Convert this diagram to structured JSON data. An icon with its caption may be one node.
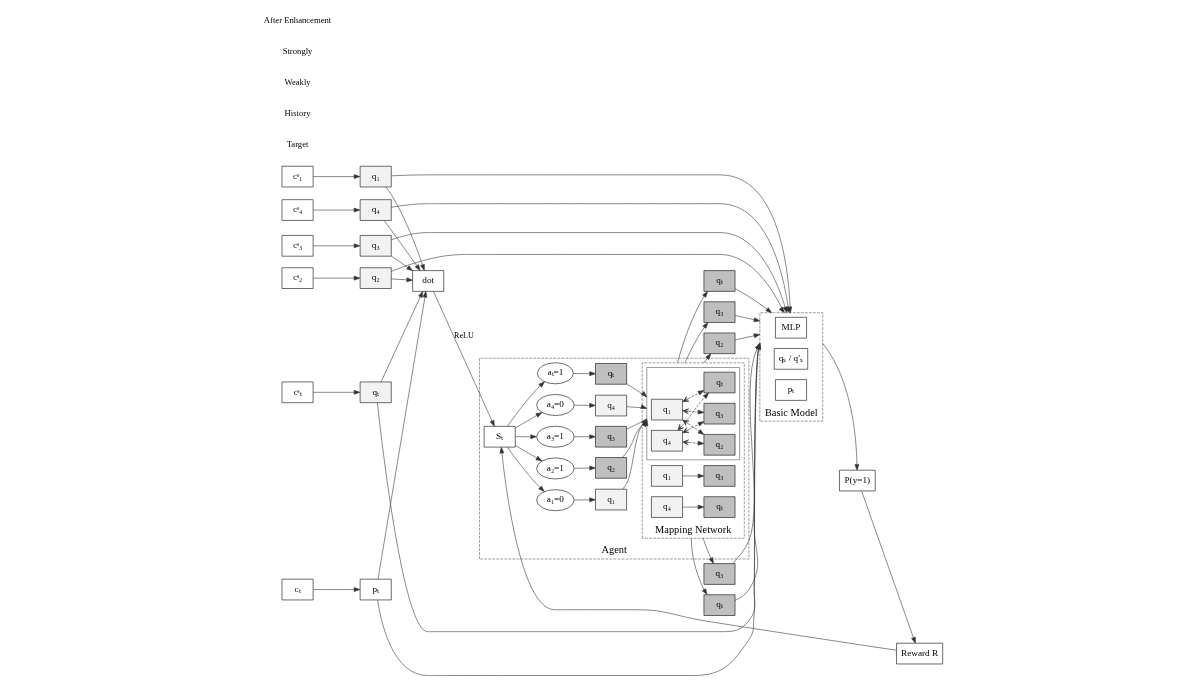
{
  "diagram": {
    "nodes": [
      {
        "text": [
          "cₜ"
        ]
      },
      {
        "text": [
          "pₜ"
        ]
      },
      {
        "text": [
          "Basic Model"
        ]
      },
      {
        "text": [
          "MLP"
        ],
        "in": 2
      },
      {
        "text": [
          "qₛ / q′ₛ"
        ],
        "in": 2
      },
      {
        "text": [
          "pₜ"
        ],
        "in": 2
      },
      {
        "text": [
          "P(y=1)"
        ]
      },
      {
        "text": [
          "Reward R"
        ]
      },
      {
        "text": [
          "cˢ₁"
        ]
      },
      {
        "text": [
          "cˢ₂"
        ]
      },
      {
        "text": [
          "cˢ₃"
        ]
      },
      {
        "text": [
          "cˢ₄"
        ]
      },
      {
        "text": [
          "cˢₜ"
        ]
      },
      {
        "text": [
          "q₁"
        ]
      },
      {
        "text": [
          "q₂"
        ]
      },
      {
        "text": [
          "q₃"
        ]
      },
      {
        "text": [
          "q₄"
        ]
      },
      {
        "text": [
          "qₜ"
        ]
      },
      {
        "text": [
          "dot"
        ]
      },
      {
        "text": [
          "Agent"
        ]
      },
      {
        "text": [
          "Sₜ"
        ],
        "in": 19
      },
      {
        "text": [
          "a₁=0"
        ],
        "in": 19
      },
      {
        "text": [
          "a₂=1"
        ],
        "in": 19
      },
      {
        "text": [
          "a₃=1"
        ],
        "in": 19
      },
      {
        "text": [
          "a₄=0"
        ],
        "in": 19
      },
      {
        "text": [
          "aₜ=1"
        ],
        "in": 19
      },
      {
        "text": [
          "q₁"
        ],
        "in": 19
      },
      {
        "text": [
          "q₂"
        ],
        "in": 19
      },
      {
        "text": [
          "q₃"
        ],
        "in": 19
      },
      {
        "text": [
          "q₄"
        ],
        "in": 19
      },
      {
        "text": [
          "qₜ"
        ],
        "in": 19
      },
      {
        "text": [
          "Mapping Network"
        ],
        "in": 19
      },
      {
        "text": [],
        "shape": "box",
        "in": 31
      },
      {
        "text": [
          "q₁"
        ],
        "in": 32
      },
      {
        "text": [
          "q₄"
        ],
        "in": 32
      },
      {
        "text": [
          "q₂"
        ],
        "in": 32
      },
      {
        "text": [
          "q₃"
        ],
        "in": 32
      },
      {
        "text": [
          "qₜ"
        ],
        "in": 32
      },
      {
        "text": [
          "q₁"
        ],
        "in": 31
      },
      {
        "text": [
          "q₃"
        ],
        "in": 31
      },
      {
        "text": [
          "q₄"
        ],
        "in": 31
      },
      {
        "text": [
          "qₜ"
        ],
        "in": 31
      },
      {
        "text": [
          "q₃"
        ]
      },
      {
        "text": [
          "q₂"
        ]
      },
      {
        "text": [
          "q₃"
        ]
      },
      {
        "text": [
          "qₜ"
        ]
      },
      {
        "text": [
          "qₜ"
        ]
      }
    ],
    "edges": [
      {
        "from": 0,
        "to": 1,
        "arrow": "to"
      },
      {
        "from": 1,
        "to": 2,
        "arrow": "to"
      },
      {
        "from": 1,
        "to": 18,
        "arrow": "to"
      },
      {
        "from": 8,
        "to": 13,
        "arrow": "to"
      },
      {
        "from": 9,
        "to": 14,
        "arrow": "to"
      },
      {
        "from": 10,
        "to": 15,
        "arrow": "to"
      },
      {
        "from": 11,
        "to": 16,
        "arrow": "to"
      },
      {
        "from": 12,
        "to": 17,
        "arrow": "to"
      },
      {
        "from": 13,
        "to": 2,
        "arrow": "to"
      },
      {
        "from": 14,
        "to": 2,
        "arrow": "to"
      },
      {
        "from": 15,
        "to": 2,
        "arrow": "to"
      },
      {
        "from": 16,
        "to": 2,
        "arrow": "to"
      },
      {
        "from": 17,
        "to": 2,
        "arrow": "to"
      },
      {
        "from": 13,
        "to": 18,
        "arrow": "to"
      },
      {
        "from": 14,
        "to": 18,
        "arrow": "to"
      },
      {
        "from": 15,
        "to": 18,
        "arrow": "to"
      },
      {
        "from": 16,
        "to": 18,
        "arrow": "to"
      },
      {
        "from": 17,
        "to": 18,
        "arrow": "to"
      },
      {
        "from": 2,
        "to": 6,
        "arrow": "to"
      },
      {
        "from": 6,
        "to": 7,
        "arrow": "to"
      },
      {
        "from": 7,
        "to": 20,
        "arrow": "to"
      },
      {
        "from": 18,
        "to": 20,
        "arrow": "to",
        "label": "ReLU"
      },
      {
        "from": 20,
        "to": 21,
        "arrow": "to"
      },
      {
        "from": 20,
        "to": 22,
        "arrow": "to"
      },
      {
        "from": 20,
        "to": 23,
        "arrow": "to"
      },
      {
        "from": 20,
        "to": 24,
        "arrow": "to"
      },
      {
        "from": 20,
        "to": 25,
        "arrow": "to"
      },
      {
        "from": 21,
        "to": 26,
        "arrow": "to"
      },
      {
        "from": 22,
        "to": 27,
        "arrow": "to"
      },
      {
        "from": 23,
        "to": 28,
        "arrow": "to"
      },
      {
        "from": 24,
        "to": 29,
        "arrow": "to"
      },
      {
        "from": 25,
        "to": 30,
        "arrow": "to"
      },
      {
        "from": 26,
        "to": 32,
        "arrow": "to"
      },
      {
        "from": 27,
        "to": 32,
        "arrow": "to"
      },
      {
        "from": 28,
        "to": 32,
        "arrow": "to"
      },
      {
        "from": 29,
        "to": 32,
        "arrow": "to"
      },
      {
        "from": 30,
        "to": 32,
        "arrow": "to"
      },
      {
        "from": 33,
        "to": 35,
        "arrow": "both",
        "style": "dashed"
      },
      {
        "from": 33,
        "to": 36,
        "arrow": "both",
        "style": "dashed"
      },
      {
        "from": 33,
        "to": 37,
        "arrow": "both",
        "style": "dashed"
      },
      {
        "from": 34,
        "to": 35,
        "arrow": "both",
        "style": "dashed"
      },
      {
        "from": 34,
        "to": 36,
        "arrow": "both",
        "style": "dashed"
      },
      {
        "from": 34,
        "to": 37,
        "arrow": "both",
        "style": "dashed"
      },
      {
        "from": 38,
        "to": 39,
        "arrow": "to"
      },
      {
        "from": 40,
        "to": 41,
        "arrow": "to"
      },
      {
        "from": 31,
        "to": 42,
        "arrow": "to"
      },
      {
        "from": 31,
        "to": 43,
        "arrow": "to"
      },
      {
        "from": 31,
        "to": 44,
        "arrow": "to"
      },
      {
        "from": 31,
        "to": 45,
        "arrow": "to"
      },
      {
        "from": 31,
        "to": 46,
        "arrow": "to"
      },
      {
        "from": 42,
        "to": 2,
        "arrow": "to"
      },
      {
        "from": 43,
        "to": 2,
        "arrow": "to"
      },
      {
        "from": 44,
        "to": 2,
        "arrow": "to"
      },
      {
        "from": 45,
        "to": 2,
        "arrow": "to"
      },
      {
        "from": 46,
        "to": 2,
        "arrow": "to"
      }
    ],
    "labels": [
      "Target",
      "History",
      "Weakly",
      "Strongly",
      "After Enhancement"
    ]
  }
}
